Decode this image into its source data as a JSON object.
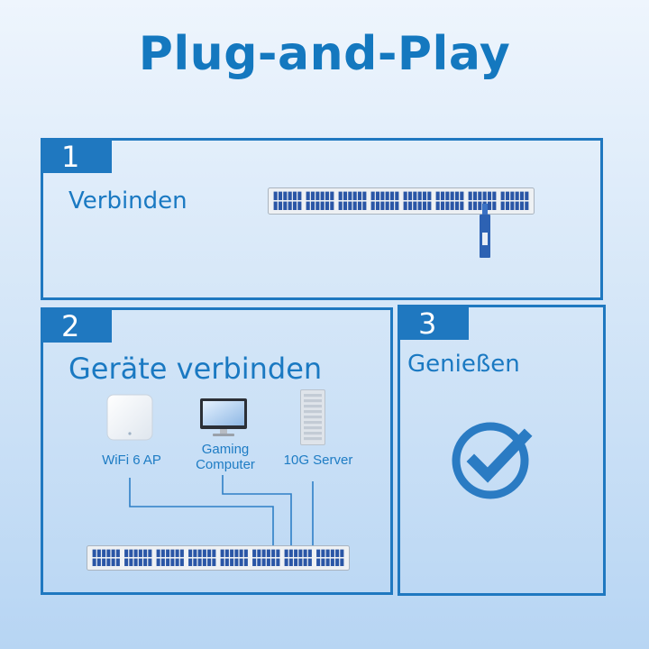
{
  "title": "Plug-and-Play",
  "steps": [
    {
      "number": "1",
      "label": "Verbinden"
    },
    {
      "number": "2",
      "label": "Geräte verbinden"
    },
    {
      "number": "3",
      "label": "Genießen"
    }
  ],
  "devices": [
    {
      "icon": "wifi-access-point-icon",
      "label": "WiFi 6 AP"
    },
    {
      "icon": "computer-monitor-icon",
      "label": "Gaming\nComputer"
    },
    {
      "icon": "server-rack-icon",
      "label": "10G Server"
    }
  ],
  "colors": {
    "accent": "#1f78c0",
    "title": "#1478bf",
    "port": "#2a56a6",
    "background_top": "#eef5fd",
    "background_bottom": "#b7d5f3"
  }
}
